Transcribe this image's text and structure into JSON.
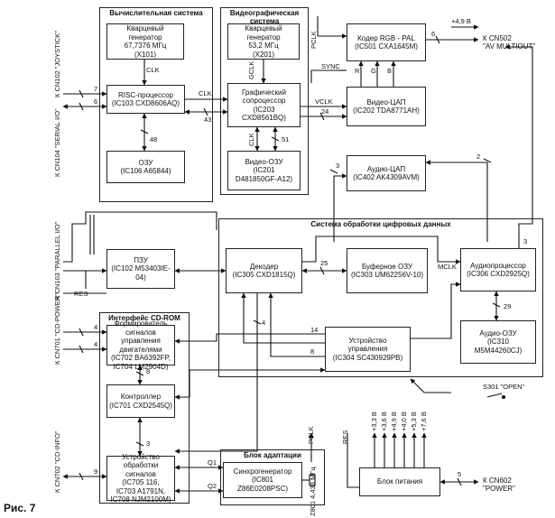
{
  "figure_label": "Рис. 7",
  "groups": {
    "compute": "Вычислительная система",
    "video": "Видеографическая система",
    "digital": "Система обработки цифровых данных",
    "cdrom": "Интерфейс CD-ROM",
    "adapt": "Блок адаптации"
  },
  "blocks": {
    "xtal1": [
      "Кварцевый генератор",
      "67,7376 МГц",
      "(X101)"
    ],
    "risc": [
      "RISC-процессор",
      "(IC103 CXD8606AQ)"
    ],
    "ram1": [
      "ОЗУ",
      "(IC106 A65844)"
    ],
    "rom": [
      "ПЗУ",
      "(IC102 M53403IE-04)"
    ],
    "xtal2": [
      "Кварцевый генератор",
      "53,2 МГц",
      "(X201)"
    ],
    "gpu": [
      "Графический",
      "сопроцессор",
      "(IC203 CXD8561BQ)"
    ],
    "vram": [
      "Видео-ОЗУ",
      "(IC201",
      "D481850GF-A12)"
    ],
    "coder": [
      "Кодер RGB - PAL",
      "(IC501 CXA1645M)"
    ],
    "vdac": [
      "Видео-ЦАП",
      "(IC202 TDA8771AH)"
    ],
    "adac": [
      "Аудио-ЦАП",
      "(IC402 AK4309AVM)"
    ],
    "decoder": [
      "Декодер",
      "(IC305 CXD1815Q)"
    ],
    "buf": [
      "Буферное ОЗУ",
      "(IC303 UM62256V-10)"
    ],
    "aproc": [
      "Аудиопроцессор",
      "(IC306 CXD2925Q)"
    ],
    "aram": [
      "Аудио-ОЗУ",
      "(IC310 M5M44260CJ)"
    ],
    "ctrl": [
      "Устройство",
      "управления",
      "(IC304 SC430929PB)"
    ],
    "motor": [
      "Формирователь",
      "сигналов управления",
      "двигателями",
      "(IC702 BA6392FP,",
      "IC704 LM2904D)"
    ],
    "cdctrl": [
      "Контроллер",
      "(IC701 CXD2545Q)"
    ],
    "sigproc": [
      "Устройство",
      "обработки сигналов",
      "(IC705 116,",
      "IC703 A1791N,",
      "IC708 NJM2100M)"
    ],
    "sync": [
      "Синхрогенератор",
      "(IC801",
      "Z86E0208PSC)"
    ],
    "psu": [
      "Блок питания"
    ]
  },
  "labels": {
    "clk": "CLK",
    "pclk": "PCLK",
    "gclk": "GCLK",
    "vclk": "VCLK",
    "mclk": "MCLK",
    "sync": "SYNC",
    "r": "R",
    "g": "G",
    "b": "B",
    "res": "RES",
    "q1": "Q1",
    "q2": "Q2",
    "n7": "7",
    "n6": "6",
    "n43": "43",
    "n24": "24",
    "n48": "48",
    "n51": "51",
    "n3a": "3",
    "n2": "2",
    "n3b": "3",
    "n25": "25",
    "n29": "29",
    "n4a": "4",
    "n14": "14",
    "n8a": "8",
    "n4b": "4",
    "n4c": "4",
    "n8b": "8",
    "n3c": "3",
    "n9": "9",
    "n5": "5",
    "n6b": "6",
    "v49": "+4,9 В",
    "rails": [
      "+3,3 В",
      "+3,6 В",
      "+4,9 В",
      "+4,0 В",
      "+5,3 В",
      "+7,6 В"
    ],
    "s301": "S301 \"OPEN\"",
    "xtal3": "Z801 4,433 МГц"
  },
  "connectors": {
    "cn502": [
      "К CN502",
      "\"AV MULTIOUT\""
    ],
    "cn602": [
      "К CN602",
      "\"POWER\""
    ],
    "cn102": "К CN102 \"JOYSTICK\"",
    "cn104": "К CN104 \"SERIAL I/O\"",
    "cn103": "К CN103 \"PARALLEL I/O\"",
    "cn701": "К CN701 \"CD-POWER\"",
    "cn702": "К CN702 \"CD-INFO\""
  }
}
